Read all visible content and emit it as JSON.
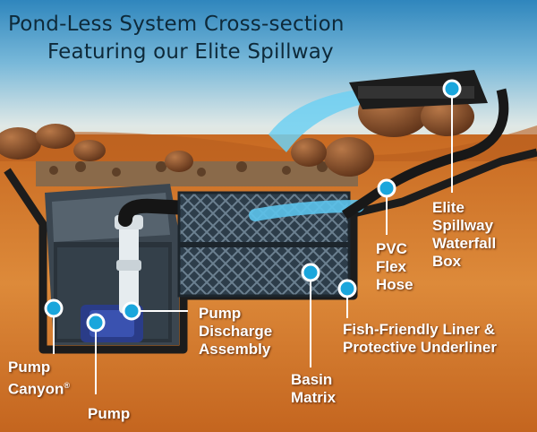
{
  "title": {
    "line1": "Pond-Less System Cross-section",
    "line2": "Featuring our Elite Spillway"
  },
  "labels": {
    "elite_spillway": [
      "Elite",
      "Spillway",
      "Waterfall",
      "Box"
    ],
    "pvc_flex_hose": [
      "PVC",
      "Flex",
      "Hose"
    ],
    "liner": [
      "Fish-Friendly Liner &",
      "Protective Underliner"
    ],
    "basin_matrix": [
      "Basin",
      "Matrix"
    ],
    "pump_discharge": [
      "Pump",
      "Discharge",
      "Assembly"
    ],
    "pump_canyon": [
      "Pump",
      "Canyon"
    ],
    "pump_canyon_mark": "®",
    "pump": "Pump"
  },
  "colors": {
    "callout_dot": "#1aa6dc",
    "sky_top": "#2d7fb6",
    "soil": "#d0722a",
    "liner": "#1c1c1c",
    "water": "#5cc3ec"
  }
}
